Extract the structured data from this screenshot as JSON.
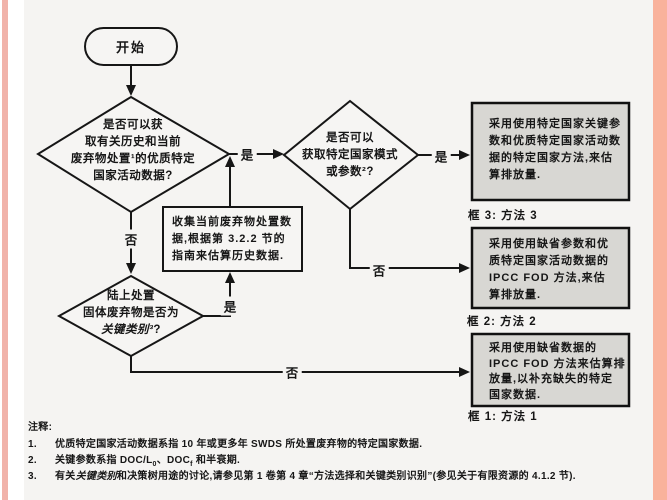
{
  "flowchart": {
    "start": "开始",
    "yes": "是",
    "no": "否",
    "decision1": {
      "lines": [
        "是否可以获",
        "取有关历史和当前",
        "废弃物处置¹的优质特定",
        "国家活动数据?"
      ]
    },
    "decision2": {
      "lines": [
        "是否可以",
        "获取特定国家模式",
        "或参数²?"
      ]
    },
    "decision3": {
      "line1": "陆上处置",
      "line2": "固体废弃物是否为",
      "line3_italic": "关键类别³",
      "line3_tail": "?"
    },
    "collect_box": {
      "lines": [
        "收集当前废弃物处置数",
        "据,根据第 3.2.2 节的",
        "指南来估算历史数据."
      ]
    },
    "box3": {
      "lines": [
        "采用使用特定国家关键参",
        "数和优质特定国家活动数",
        "据的特定国家方法,来估",
        "算排放量."
      ],
      "caption": "框 3: 方法 3"
    },
    "box2": {
      "lines": [
        "采用使用缺省参数和优",
        "质特定国家活动数据的",
        "IPCC FOD 方法,来估",
        "算排放量."
      ],
      "caption": "框 2: 方法 2"
    },
    "box1": {
      "lines": [
        "采用使用缺省数据的",
        "IPCC FOD 方法来估算排",
        "放量,以补充缺失的特定",
        "国家数据."
      ],
      "caption": "框 1: 方法 1"
    }
  },
  "footnotes": {
    "title": "注释:",
    "fn1": {
      "num": "1.",
      "text": "优质特定国家活动数据系指 10 年或更多年 SWDS 所处置废弃物的特定国家数据."
    },
    "fn2": {
      "num": "2.",
      "a": "关键参数系指 DOC/L",
      "sub1": "0",
      "b": "、DOC",
      "sub2": "f",
      "c": " 和半衰期."
    },
    "fn3": {
      "num": "3.",
      "a": "有关",
      "b_italic": "关键类别",
      "c": "和决策树用途的讨论,请参见第 1 卷第 4 章“方法选择和关键类别识别”(参见关于有限资源的 4.1.2 节)."
    }
  },
  "colors": {
    "line": "#161616",
    "gray_box_fill": "#d8d7d3",
    "canvas_bg": "#f5f4f2",
    "stripe_left": "#f1b3aa",
    "stripe_right": "#f9b29c"
  }
}
